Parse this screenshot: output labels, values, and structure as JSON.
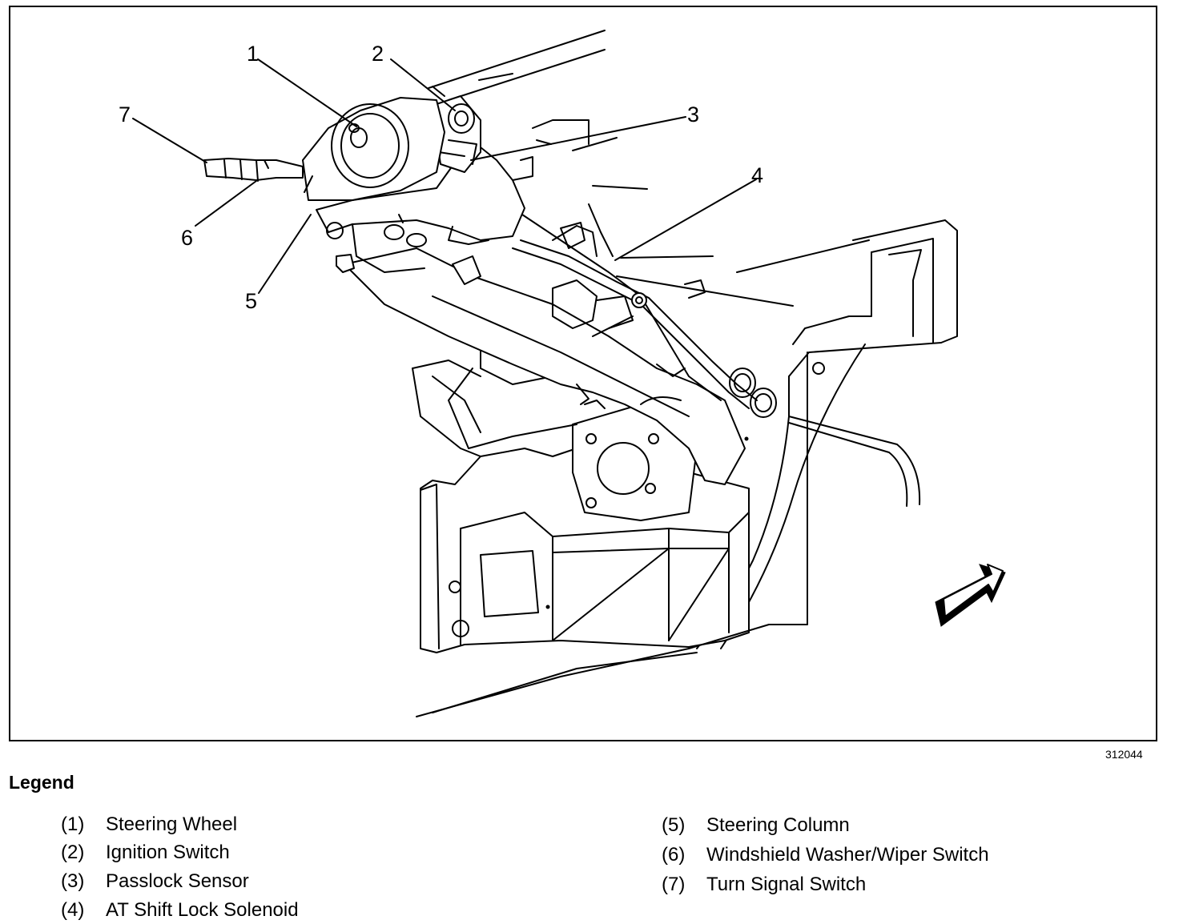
{
  "figure": {
    "id": "312044",
    "callouts": [
      "1",
      "2",
      "3",
      "4",
      "5",
      "6",
      "7"
    ]
  },
  "legend": {
    "title": "Legend",
    "items": [
      {
        "num": "(1)",
        "text": "Steering Wheel"
      },
      {
        "num": "(2)",
        "text": "Ignition Switch"
      },
      {
        "num": "(3)",
        "text": "Passlock Sensor"
      },
      {
        "num": "(4)",
        "text": "AT Shift Lock Solenoid"
      },
      {
        "num": "(5)",
        "text": "Steering Column"
      },
      {
        "num": "(6)",
        "text": "Windshield Washer/Wiper Switch"
      },
      {
        "num": "(7)",
        "text": "Turn Signal Switch"
      }
    ]
  }
}
